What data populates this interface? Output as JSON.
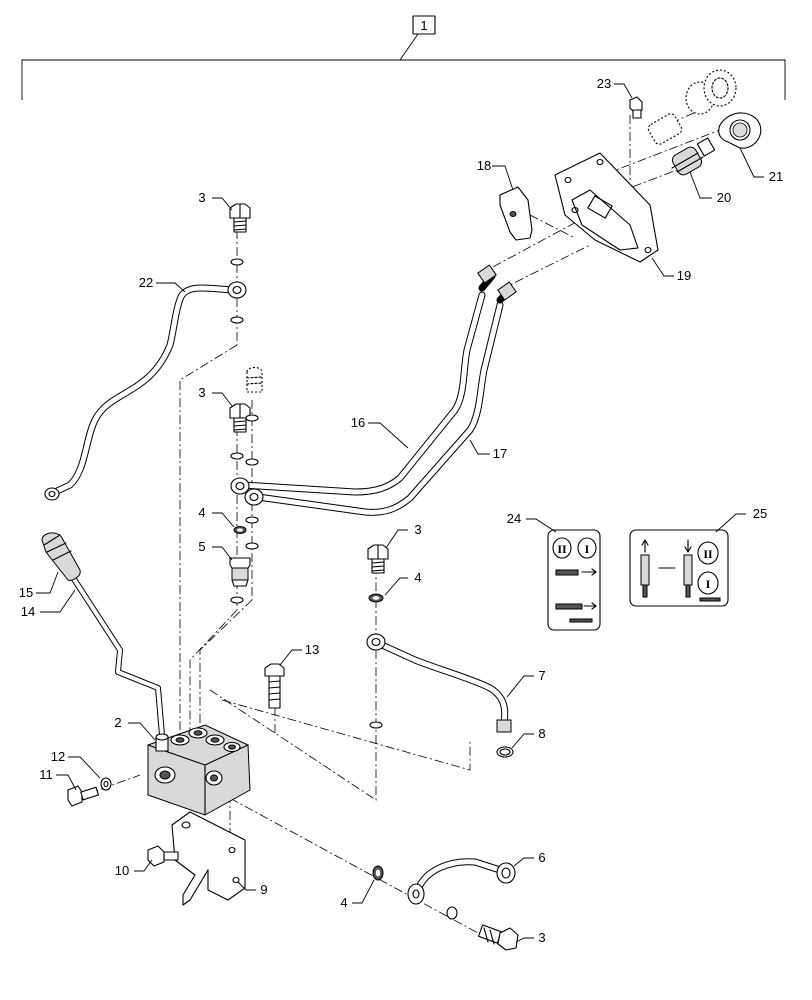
{
  "assembly_label": "1",
  "callouts": {
    "c2": "2",
    "c3a": "3",
    "c3b": "3",
    "c3c": "3",
    "c3d": "3",
    "c4a": "4",
    "c4b": "4",
    "c4c": "4",
    "c5": "5",
    "c6": "6",
    "c7": "7",
    "c8": "8",
    "c9": "9",
    "c10": "10",
    "c11": "11",
    "c12": "12",
    "c13": "13",
    "c14": "14",
    "c15": "15",
    "c16": "16",
    "c17": "17",
    "c18": "18",
    "c19": "19",
    "c20": "20",
    "c21": "21",
    "c22": "22",
    "c23": "23",
    "c24": "24",
    "c25": "25"
  },
  "decals": {
    "d24_left": "II",
    "d24_right": "I",
    "d25_top": "II",
    "d25_bottom": "I"
  }
}
